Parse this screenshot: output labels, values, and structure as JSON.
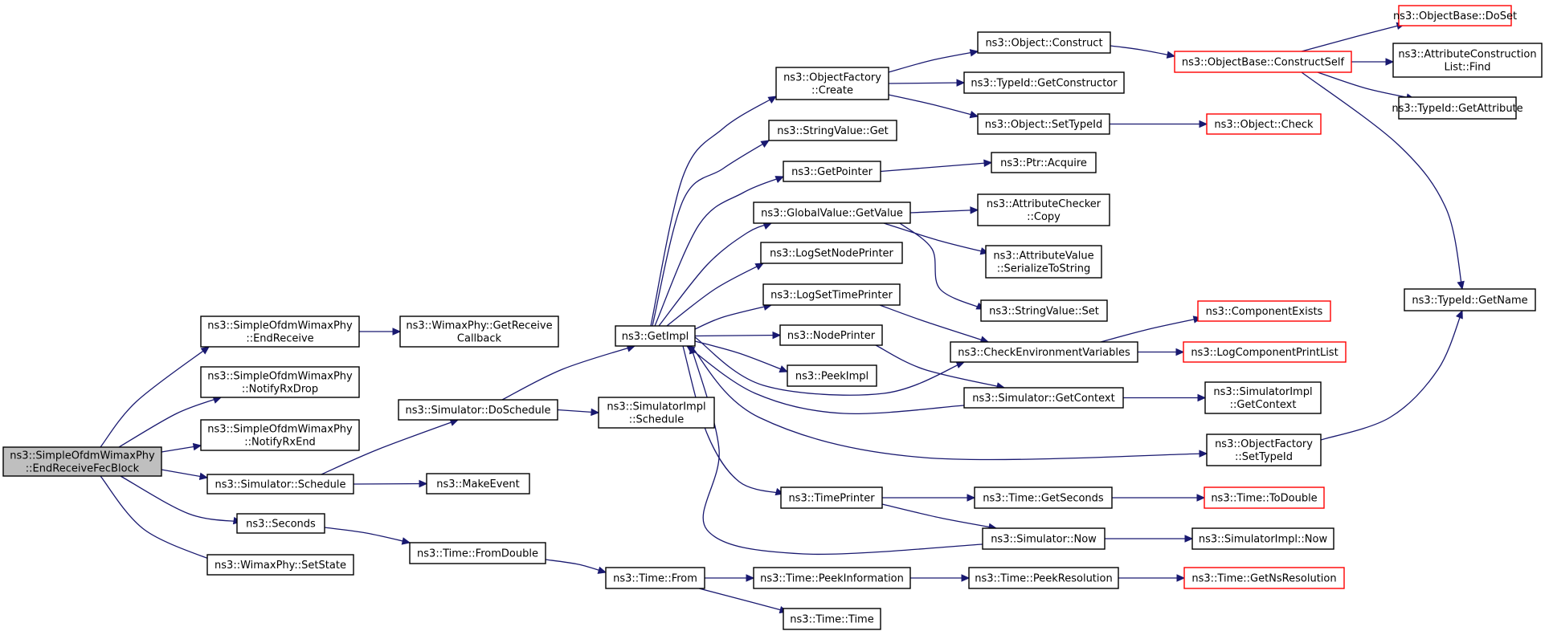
{
  "colors": {
    "edge": "#191970",
    "node_border": "#000000",
    "node_border_truncated": "#ff0000",
    "root_fill": "#bfbfbf",
    "node_fill": "#ffffff"
  },
  "nodes": [
    {
      "id": "root",
      "lines": [
        "ns3::SimpleOfdmWimaxPhy",
        "::EndReceiveFecBlock"
      ],
      "style": "root"
    },
    {
      "id": "endReceive",
      "lines": [
        "ns3::SimpleOfdmWimaxPhy",
        "::EndReceive"
      ],
      "style": "normal"
    },
    {
      "id": "notifyRxDrop",
      "lines": [
        "ns3::SimpleOfdmWimaxPhy",
        "::NotifyRxDrop"
      ],
      "style": "normal"
    },
    {
      "id": "notifyRxEnd",
      "lines": [
        "ns3::SimpleOfdmWimaxPhy",
        "::NotifyRxEnd"
      ],
      "style": "normal"
    },
    {
      "id": "simSchedule",
      "lines": [
        "ns3::Simulator::Schedule"
      ],
      "style": "normal"
    },
    {
      "id": "seconds",
      "lines": [
        "ns3::Seconds"
      ],
      "style": "normal"
    },
    {
      "id": "setState",
      "lines": [
        "ns3::WimaxPhy::SetState"
      ],
      "style": "normal"
    },
    {
      "id": "getReceiveCallback",
      "lines": [
        "ns3::WimaxPhy::GetReceive",
        "Callback"
      ],
      "style": "normal"
    },
    {
      "id": "doSchedule",
      "lines": [
        "ns3::Simulator::DoSchedule"
      ],
      "style": "normal"
    },
    {
      "id": "makeEvent",
      "lines": [
        "ns3::MakeEvent"
      ],
      "style": "normal"
    },
    {
      "id": "fromDouble",
      "lines": [
        "ns3::Time::FromDouble"
      ],
      "style": "normal"
    },
    {
      "id": "getImpl",
      "lines": [
        "ns3::GetImpl"
      ],
      "style": "normal"
    },
    {
      "id": "implSchedule",
      "lines": [
        "ns3::SimulatorImpl",
        "::Schedule"
      ],
      "style": "normal"
    },
    {
      "id": "timeFrom",
      "lines": [
        "ns3::Time::From"
      ],
      "style": "normal"
    },
    {
      "id": "ofCreate",
      "lines": [
        "ns3::ObjectFactory",
        "::Create"
      ],
      "style": "normal"
    },
    {
      "id": "svGet",
      "lines": [
        "ns3::StringValue::Get"
      ],
      "style": "normal"
    },
    {
      "id": "getPointer",
      "lines": [
        "ns3::GetPointer"
      ],
      "style": "normal"
    },
    {
      "id": "gvGetValue",
      "lines": [
        "ns3::GlobalValue::GetValue"
      ],
      "style": "normal"
    },
    {
      "id": "logSetNodePrinter",
      "lines": [
        "ns3::LogSetNodePrinter"
      ],
      "style": "normal"
    },
    {
      "id": "logSetTimePrinter",
      "lines": [
        "ns3::LogSetTimePrinter"
      ],
      "style": "normal"
    },
    {
      "id": "nodePrinter",
      "lines": [
        "ns3::NodePrinter"
      ],
      "style": "normal"
    },
    {
      "id": "peekImpl",
      "lines": [
        "ns3::PeekImpl"
      ],
      "style": "normal"
    },
    {
      "id": "timePrinter",
      "lines": [
        "ns3::TimePrinter"
      ],
      "style": "normal"
    },
    {
      "id": "peekInformation",
      "lines": [
        "ns3::Time::PeekInformation"
      ],
      "style": "normal"
    },
    {
      "id": "timeTime",
      "lines": [
        "ns3::Time::Time"
      ],
      "style": "normal"
    },
    {
      "id": "objConstruct",
      "lines": [
        "ns3::Object::Construct"
      ],
      "style": "normal"
    },
    {
      "id": "getConstructor",
      "lines": [
        "ns3::TypeId::GetConstructor"
      ],
      "style": "normal"
    },
    {
      "id": "objSetTypeId",
      "lines": [
        "ns3::Object::SetTypeId"
      ],
      "style": "normal"
    },
    {
      "id": "ptrAcquire",
      "lines": [
        "ns3::Ptr::Acquire"
      ],
      "style": "normal"
    },
    {
      "id": "acCopy",
      "lines": [
        "ns3::AttributeChecker",
        "::Copy"
      ],
      "style": "normal"
    },
    {
      "id": "avSerialize",
      "lines": [
        "ns3::AttributeValue",
        "::SerializeToString"
      ],
      "style": "normal"
    },
    {
      "id": "svSet",
      "lines": [
        "ns3::StringValue::Set"
      ],
      "style": "normal"
    },
    {
      "id": "checkEnv",
      "lines": [
        "ns3::CheckEnvironmentVariables"
      ],
      "style": "normal"
    },
    {
      "id": "simGetContext",
      "lines": [
        "ns3::Simulator::GetContext"
      ],
      "style": "normal"
    },
    {
      "id": "getSeconds",
      "lines": [
        "ns3::Time::GetSeconds"
      ],
      "style": "normal"
    },
    {
      "id": "simNow",
      "lines": [
        "ns3::Simulator::Now"
      ],
      "style": "normal"
    },
    {
      "id": "peekResolution",
      "lines": [
        "ns3::Time::PeekResolution"
      ],
      "style": "normal"
    },
    {
      "id": "constructSelf",
      "lines": [
        "ns3::ObjectBase::ConstructSelf"
      ],
      "style": "truncated"
    },
    {
      "id": "objCheck",
      "lines": [
        "ns3::Object::Check"
      ],
      "style": "truncated"
    },
    {
      "id": "componentExists",
      "lines": [
        "ns3::ComponentExists"
      ],
      "style": "truncated"
    },
    {
      "id": "logComponentPrintList",
      "lines": [
        "ns3::LogComponentPrintList"
      ],
      "style": "truncated"
    },
    {
      "id": "implGetContext",
      "lines": [
        "ns3::SimulatorImpl",
        "::GetContext"
      ],
      "style": "normal"
    },
    {
      "id": "ofSetTypeId",
      "lines": [
        "ns3::ObjectFactory",
        "::SetTypeId"
      ],
      "style": "normal"
    },
    {
      "id": "toDouble",
      "lines": [
        "ns3::Time::ToDouble"
      ],
      "style": "truncated"
    },
    {
      "id": "implNow",
      "lines": [
        "ns3::SimulatorImpl::Now"
      ],
      "style": "normal"
    },
    {
      "id": "getNsResolution",
      "lines": [
        "ns3::Time::GetNsResolution"
      ],
      "style": "truncated"
    },
    {
      "id": "doSet",
      "lines": [
        "ns3::ObjectBase::DoSet"
      ],
      "style": "truncated"
    },
    {
      "id": "acListFind",
      "lines": [
        "ns3::AttributeConstruction",
        "List::Find"
      ],
      "style": "normal"
    },
    {
      "id": "getAttribute",
      "lines": [
        "ns3::TypeId::GetAttribute"
      ],
      "style": "normal"
    },
    {
      "id": "getName",
      "lines": [
        "ns3::TypeId::GetName"
      ],
      "style": "normal"
    }
  ],
  "edges": [
    {
      "from": "root",
      "to": "endReceive"
    },
    {
      "from": "root",
      "to": "notifyRxDrop"
    },
    {
      "from": "root",
      "to": "notifyRxEnd"
    },
    {
      "from": "root",
      "to": "simSchedule"
    },
    {
      "from": "root",
      "to": "seconds"
    },
    {
      "from": "root",
      "to": "setState"
    },
    {
      "from": "endReceive",
      "to": "getReceiveCallback"
    },
    {
      "from": "simSchedule",
      "to": "doSchedule"
    },
    {
      "from": "simSchedule",
      "to": "makeEvent"
    },
    {
      "from": "seconds",
      "to": "fromDouble"
    },
    {
      "from": "doSchedule",
      "to": "getImpl"
    },
    {
      "from": "doSchedule",
      "to": "implSchedule"
    },
    {
      "from": "fromDouble",
      "to": "timeFrom"
    },
    {
      "from": "timeFrom",
      "to": "peekInformation"
    },
    {
      "from": "timeFrom",
      "to": "timeTime"
    },
    {
      "from": "getImpl",
      "to": "ofCreate"
    },
    {
      "from": "getImpl",
      "to": "svGet"
    },
    {
      "from": "getImpl",
      "to": "getPointer"
    },
    {
      "from": "getImpl",
      "to": "gvGetValue"
    },
    {
      "from": "getImpl",
      "to": "logSetNodePrinter"
    },
    {
      "from": "getImpl",
      "to": "logSetTimePrinter"
    },
    {
      "from": "getImpl",
      "to": "nodePrinter"
    },
    {
      "from": "getImpl",
      "to": "peekImpl"
    },
    {
      "from": "getImpl",
      "to": "timePrinter"
    },
    {
      "from": "getImpl",
      "to": "checkEnv"
    },
    {
      "from": "getImpl",
      "to": "ofSetTypeId"
    },
    {
      "from": "simGetContext",
      "to": "getImpl"
    },
    {
      "from": "simNow",
      "to": "getImpl"
    },
    {
      "from": "ofCreate",
      "to": "objConstruct"
    },
    {
      "from": "ofCreate",
      "to": "getConstructor"
    },
    {
      "from": "ofCreate",
      "to": "objSetTypeId"
    },
    {
      "from": "objConstruct",
      "to": "constructSelf"
    },
    {
      "from": "objSetTypeId",
      "to": "objCheck"
    },
    {
      "from": "getPointer",
      "to": "ptrAcquire"
    },
    {
      "from": "gvGetValue",
      "to": "acCopy"
    },
    {
      "from": "gvGetValue",
      "to": "avSerialize"
    },
    {
      "from": "gvGetValue",
      "to": "svSet"
    },
    {
      "from": "logSetTimePrinter",
      "to": "checkEnv"
    },
    {
      "from": "nodePrinter",
      "to": "simGetContext"
    },
    {
      "from": "checkEnv",
      "to": "componentExists"
    },
    {
      "from": "checkEnv",
      "to": "logComponentPrintList"
    },
    {
      "from": "simGetContext",
      "to": "implGetContext"
    },
    {
      "from": "timePrinter",
      "to": "getSeconds"
    },
    {
      "from": "timePrinter",
      "to": "simNow"
    },
    {
      "from": "getSeconds",
      "to": "toDouble"
    },
    {
      "from": "simNow",
      "to": "implNow"
    },
    {
      "from": "peekInformation",
      "to": "peekResolution"
    },
    {
      "from": "peekResolution",
      "to": "getNsResolution"
    },
    {
      "from": "constructSelf",
      "to": "doSet"
    },
    {
      "from": "constructSelf",
      "to": "acListFind"
    },
    {
      "from": "constructSelf",
      "to": "getAttribute"
    },
    {
      "from": "constructSelf",
      "to": "getName"
    },
    {
      "from": "ofSetTypeId",
      "to": "getName"
    }
  ]
}
